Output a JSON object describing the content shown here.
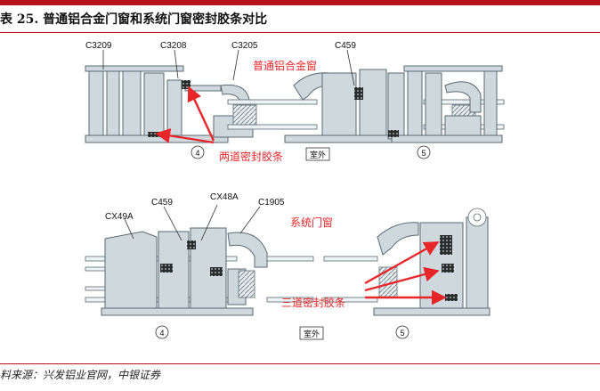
{
  "colors": {
    "accent": "#b5121b",
    "annotation_red": "#e8262a",
    "profile_fill": "#cfd8dd",
    "profile_stroke": "#5a6a74",
    "text": "#111111"
  },
  "title": "表 25. 普通铝合金门窗和系统门窗密封胶条对比",
  "source": "料来源：兴发铝业官网，中银证券",
  "top_diagram": {
    "callouts": [
      "C3209",
      "C3208",
      "C3205",
      "C459"
    ],
    "caption": "普通铝合金窗",
    "annotation": "两道密封胶条",
    "left_number": "4",
    "right_number": "5",
    "outside_label": "室外"
  },
  "bottom_diagram": {
    "callouts": [
      "CX49A",
      "C459",
      "CX48A",
      "C1905"
    ],
    "caption": "系统门窗",
    "annotation": "三道密封胶条",
    "left_number": "4",
    "right_number": "5",
    "outside_label": "室外"
  }
}
